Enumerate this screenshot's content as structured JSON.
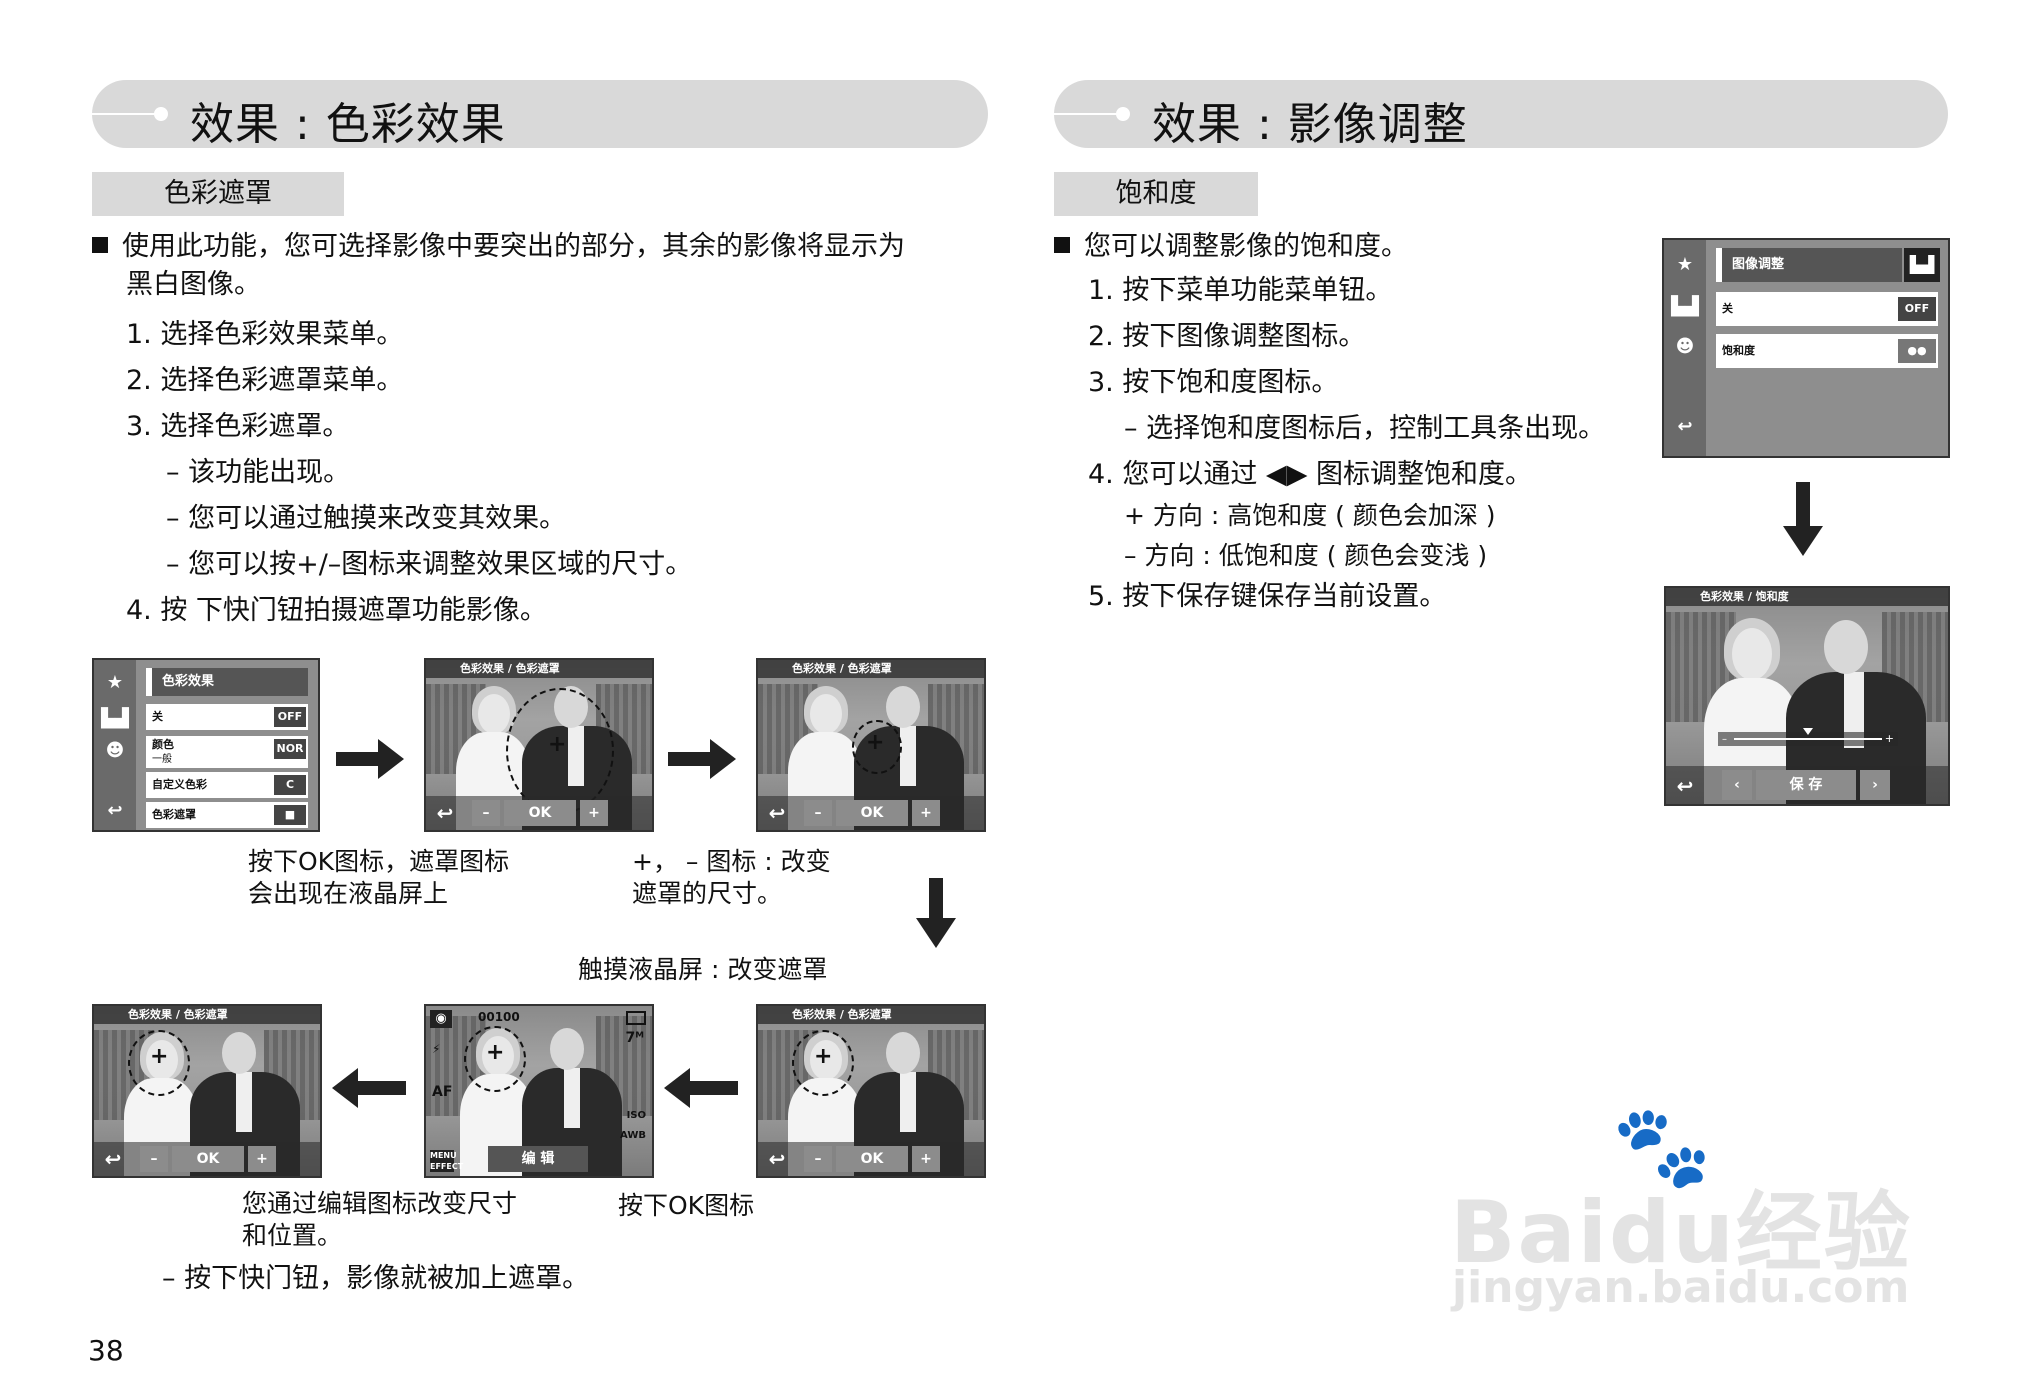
{
  "left": {
    "banner_title": "效果 : 色彩效果",
    "sub_tab": "色彩遮罩",
    "intro_line1": "使用此功能，您可选择影像中要突出的部分，其余的影像将显示为",
    "intro_line2": "黑白图像。",
    "steps": [
      "1. 选择色彩效果菜单。",
      "2. 选择色彩遮罩菜单。",
      "3. 选择色彩遮罩。"
    ],
    "sub_steps": [
      "– 该功能出现。",
      "– 您可以通过触摸来改变其效果。",
      "– 您可以按+/–图标来调整效果区域的尺寸。"
    ],
    "step4": "4. 按 下快门钮拍摄遮罩功能影像。",
    "menu": {
      "title": "色彩效果",
      "rows": [
        {
          "label": "关",
          "value": "OFF"
        },
        {
          "label": "颜色",
          "sub": "一般",
          "value": "NOR"
        },
        {
          "label": "自定义色彩",
          "value": "C"
        },
        {
          "label": "色彩遮罩",
          "value": "■"
        }
      ]
    },
    "screen_title": "色彩效果 / 色彩遮罩",
    "btn_minus": "–",
    "btn_ok": "OK",
    "btn_plus": "+",
    "edit_label": "编 辑",
    "counter": "00100",
    "caption1_l1": "按下OK图标，遮罩图标",
    "caption1_l2": "会出现在液晶屏上",
    "caption2_l1": "+， – 图标 : 改变",
    "caption2_l2": "遮罩的尺寸。",
    "caption3": "触摸液晶屏 : 改变遮罩",
    "caption4_l1": "您通过编辑图标改变尺寸",
    "caption4_l2": "和位置。",
    "caption5": "按下OK图标",
    "caption6": "–  按下快门钮，影像就被加上遮罩。"
  },
  "right": {
    "banner_title": "效果 : 影像调整",
    "sub_tab": "饱和度",
    "intro": "您可以调整影像的饱和度。",
    "steps": [
      "1. 按下菜单功能菜单钮。",
      "2. 按下图像调整图标。",
      "3. 按下饱和度图标。"
    ],
    "sub_step": "–  选择饱和度图标后，控制工具条出现。",
    "step4": "4. 您可以通过 ◀▶ 图标调整饱和度。",
    "step4_sub": [
      "+ 方向 : 高饱和度 ( 颜色会加深 )",
      "– 方向 : 低饱和度 ( 颜色会变浅 )"
    ],
    "step5": "5. 按下保存键保存当前设置。",
    "menu": {
      "title": "图像调整",
      "rows": [
        {
          "label": "关",
          "value": "OFF"
        },
        {
          "label": "饱和度",
          "value": "●●"
        }
      ]
    },
    "screen_title": "色彩效果 / 饱和度",
    "save_label": "保 存",
    "slider_level": 0.5
  },
  "page_number": "38",
  "watermark": {
    "brand": "Baidu经验",
    "url": "jingyan.baidu.com"
  }
}
